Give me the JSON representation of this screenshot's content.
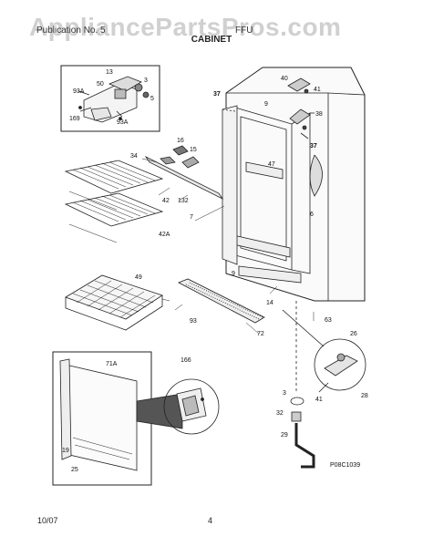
{
  "watermark": "AppliancePartsPros.com",
  "header": {
    "left": "Publication No. 5",
    "right": "FFU",
    "section": "CABINET"
  },
  "callouts": {
    "c13": "13",
    "c50": "50",
    "c93a1": "93A",
    "c3a": "3",
    "c5": "5",
    "c169": "169",
    "c93a2": "93A",
    "c40": "40",
    "c41a": "41",
    "c37a": "37",
    "c9a": "9",
    "c38": "38",
    "c37b": "37",
    "c16": "16",
    "c15": "15",
    "c34": "34",
    "c47": "47",
    "c42": "42",
    "c132": "132",
    "c7": "7",
    "c42a": "42A",
    "c6": "6",
    "c9b": "9",
    "c14": "14",
    "c49": "49",
    "c93": "93",
    "c72": "72",
    "c63": "63",
    "c26": "26",
    "c41b": "41",
    "c28": "28",
    "c71a": "71A",
    "c166": "166",
    "c3": "3",
    "c32": "32",
    "c29": "29",
    "c19": "19",
    "c25": "25"
  },
  "figure_id": "P08C1039",
  "footer": {
    "date": "10/07",
    "page": "4"
  }
}
